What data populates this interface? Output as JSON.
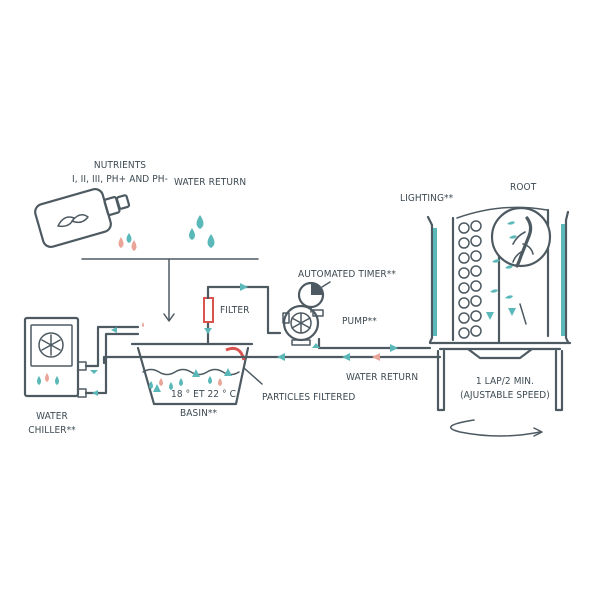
{
  "labels": {
    "nutrients_title": "NUTRIENTS",
    "nutrients_sub": "I, II, III, PH+ AND PH-",
    "water_return_top": "WATER RETURN",
    "lighting": "LIGHTING**",
    "root": "ROOT",
    "automated_timer": "AUTOMATED TIMER**",
    "filter": "FILTER",
    "pump": "PUMP**",
    "water_return_bottom": "WATER RETURN",
    "particles_filtered": "PARTICLES FILTERED",
    "temperature": "18 ° ET 22 ° C",
    "basin": "BASIN**",
    "water": "WATER",
    "chiller": "CHILLER**",
    "lap_speed": "1 LAP/2 MIN.",
    "adjustable_speed": "(AJUSTABLE SPEED)"
  },
  "colors": {
    "line": "#4e5a62",
    "teal": "#5bb8b9",
    "pink": "#e8a598",
    "red": "#d9534f",
    "text": "#3d4a52"
  }
}
